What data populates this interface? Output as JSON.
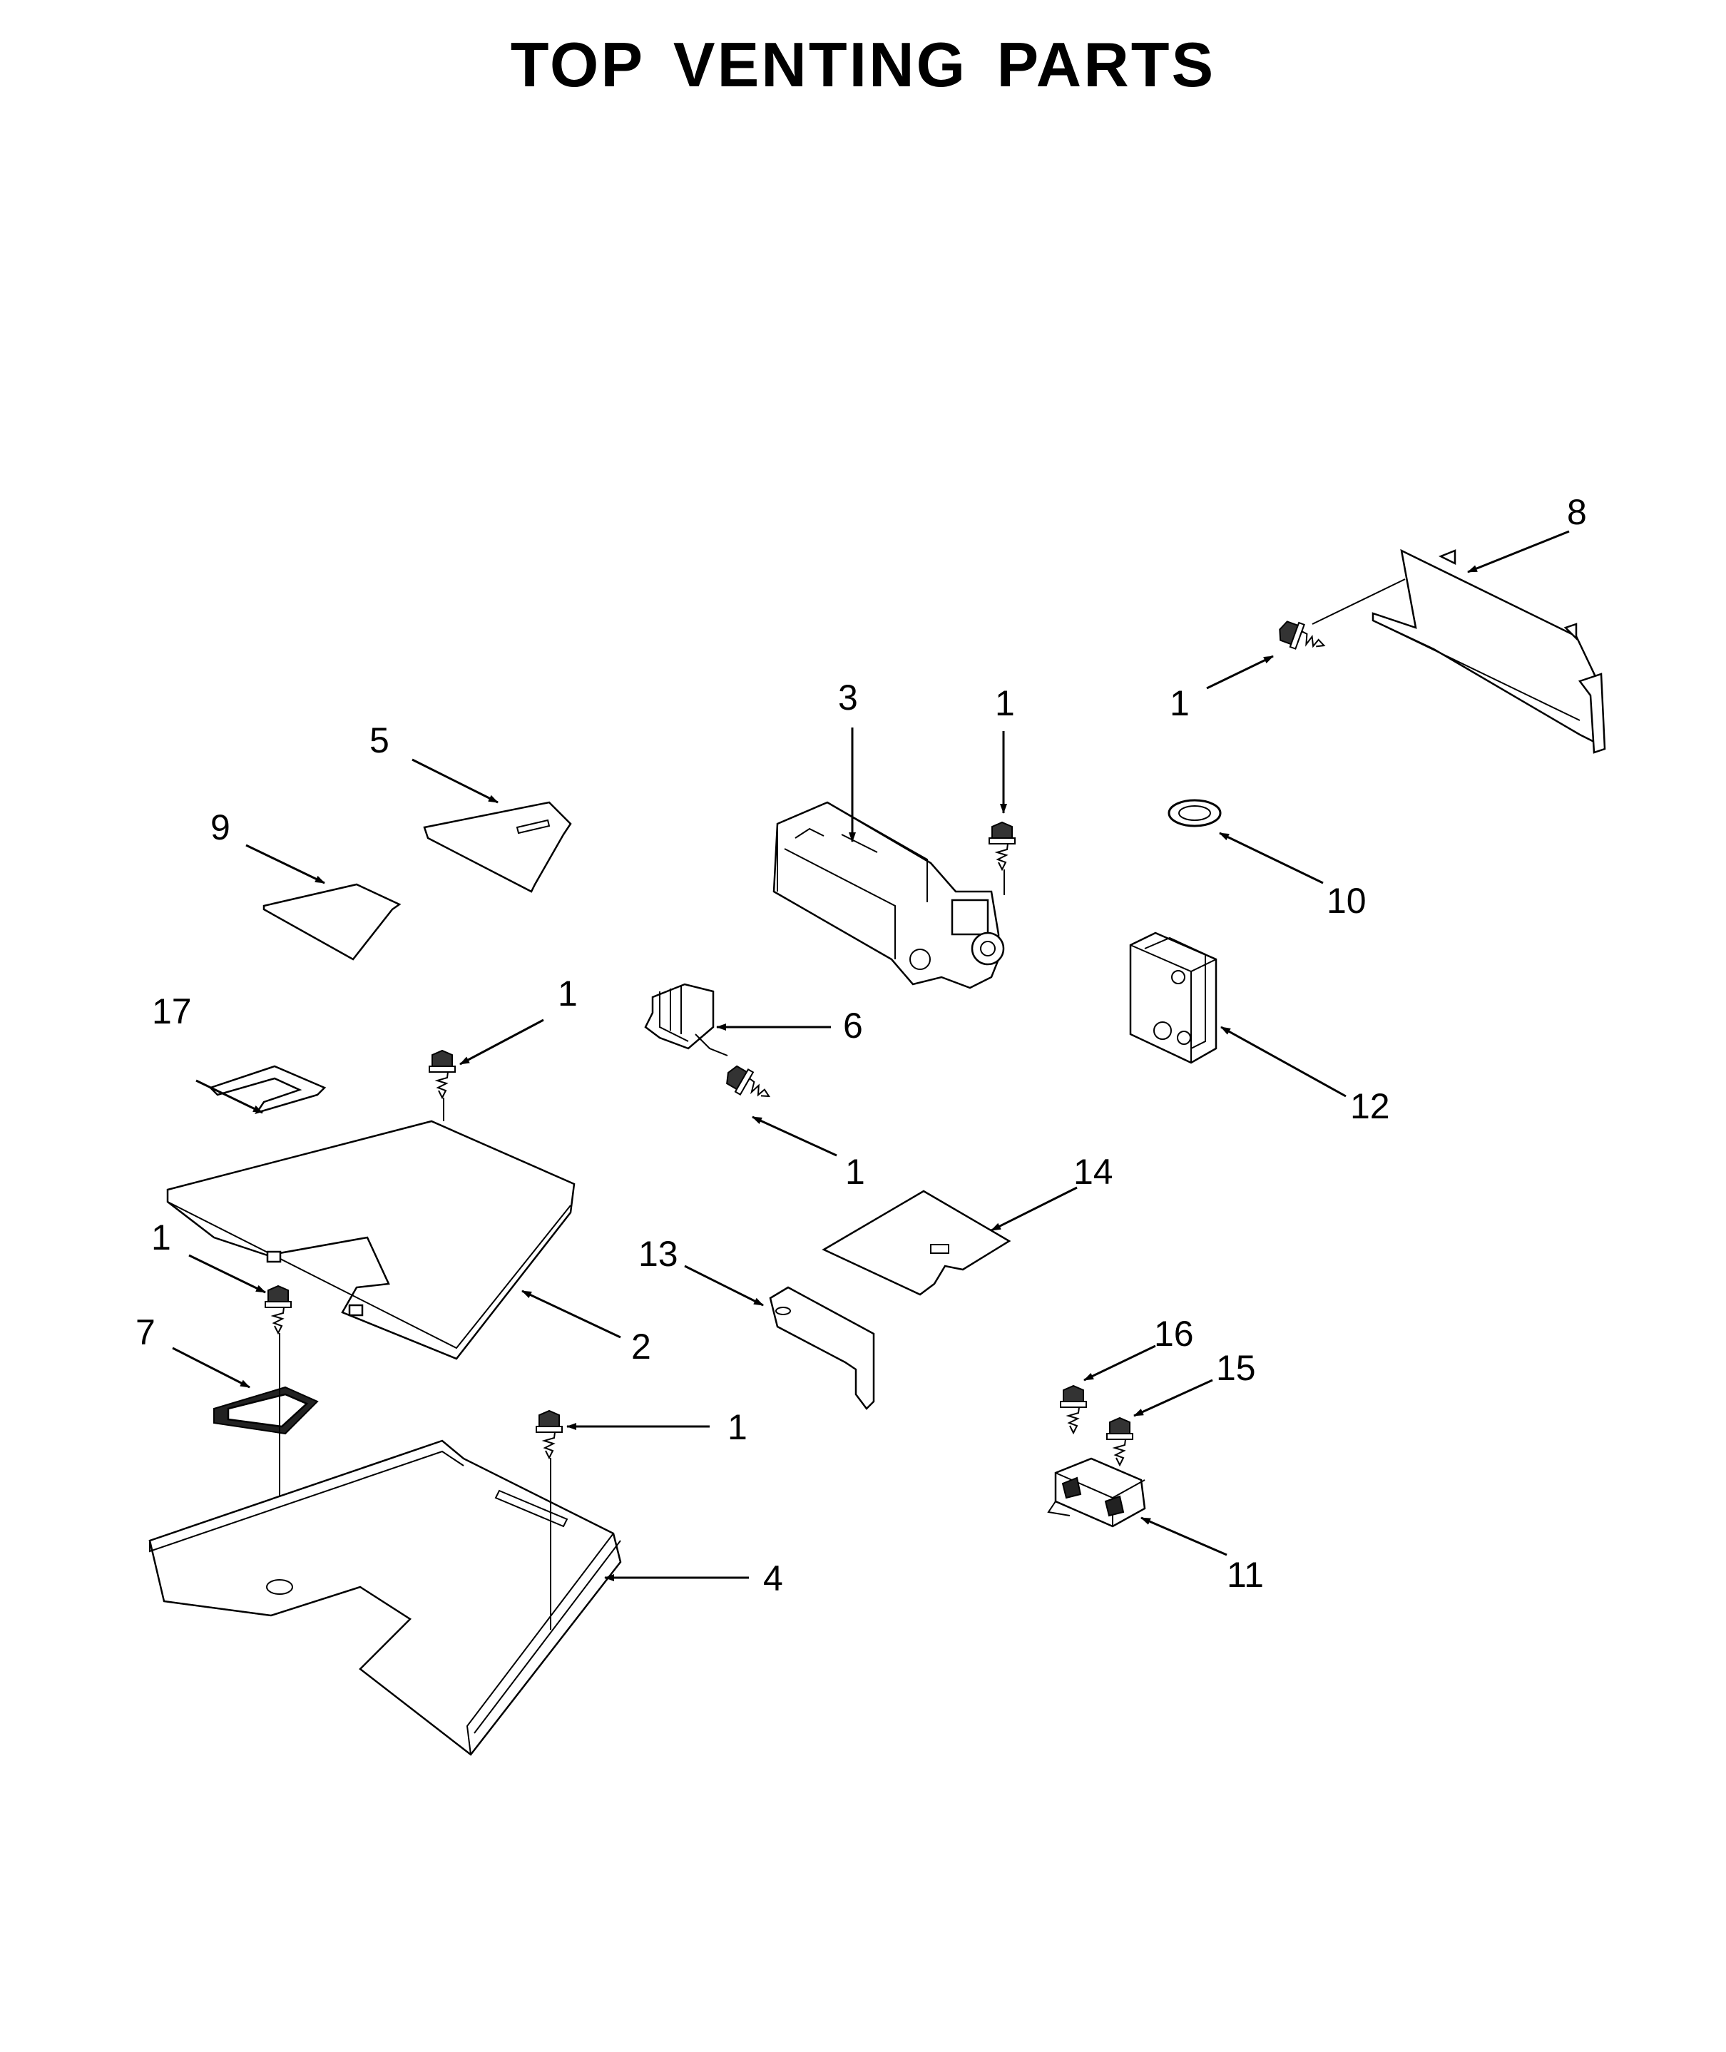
{
  "title": "TOP VENTING PARTS",
  "callouts": {
    "c1a": "1",
    "c1b": "1",
    "c1c": "1",
    "c1d": "1",
    "c1e": "1",
    "c1f": "1",
    "c2": "2",
    "c3": "3",
    "c4": "4",
    "c5": "5",
    "c6": "6",
    "c7": "7",
    "c8": "8",
    "c9": "9",
    "c10": "10",
    "c11": "11",
    "c12": "12",
    "c13": "13",
    "c14": "14",
    "c15": "15",
    "c16": "16",
    "c17": "17"
  }
}
